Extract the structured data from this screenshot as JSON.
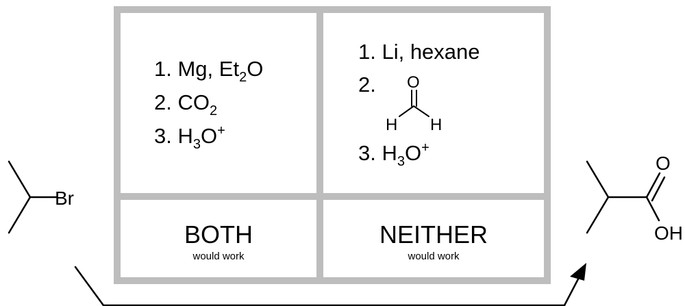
{
  "grid": {
    "border_color": "#bdbdbd"
  },
  "starting_material": {
    "label": "Br"
  },
  "product": {
    "carbonyl_o": "O",
    "hydroxyl": "OH"
  },
  "options": [
    {
      "steps": [
        {
          "num": "1.",
          "main": "Mg, Et",
          "sub": "2",
          "tail": "O"
        },
        {
          "num": "2.",
          "main": "CO",
          "sub": "2"
        },
        {
          "num": "3.",
          "main": "H",
          "sub": "3",
          "tail": "O",
          "sup": "+"
        }
      ]
    },
    {
      "step1": "1. Li, hexane",
      "step2": "2.",
      "formaldehyde": {
        "o": "O",
        "h_left": "H",
        "h_right": "H"
      },
      "step3": {
        "num": "3.",
        "main": "H",
        "sub": "3",
        "tail": "O",
        "sup": "+"
      }
    }
  ],
  "answers": [
    {
      "big": "BOTH",
      "small": "would work"
    },
    {
      "big": "NEITHER",
      "small": "would work"
    }
  ]
}
